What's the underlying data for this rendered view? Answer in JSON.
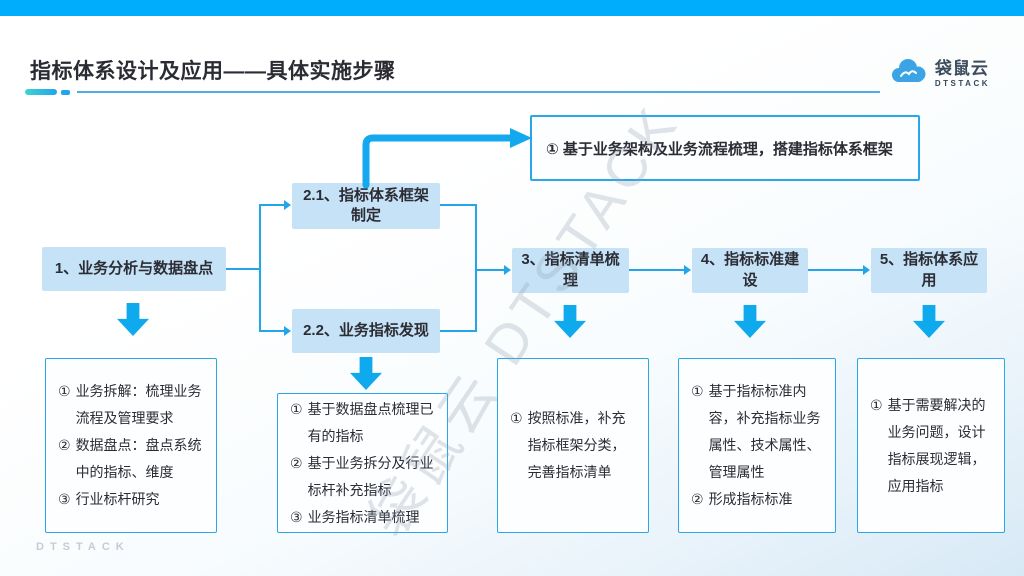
{
  "page": {
    "title": "指标体系设计及应用——具体实施步骤",
    "watermark": "袋鼠云 DTSTACK",
    "footer_brand": "DTSTACK"
  },
  "brand": {
    "name": "袋鼠云",
    "subname": "DTSTACK",
    "logo_icon": "cloud-icon"
  },
  "colors": {
    "topbar": "#00ADFC",
    "accent_arrow": "#0FA9EE",
    "connector": "#22A6E9",
    "step_fill": "#C6E2F6",
    "box_border": "#2AA7E8",
    "text": "#2B2C34"
  },
  "flow": {
    "callout": {
      "text": "① 基于业务架构及业务流程梳理，搭建指标体系框架"
    },
    "steps": {
      "s1": {
        "label": "1、业务分析与数据盘点"
      },
      "s21": {
        "label": "2.1、指标体系框架制定"
      },
      "s22": {
        "label": "2.2、业务指标发现"
      },
      "s3": {
        "label": "3、指标清单梳理"
      },
      "s4": {
        "label": "4、指标标准建设"
      },
      "s5": {
        "label": "5、指标体系应用"
      }
    },
    "details": {
      "d1": {
        "items": [
          {
            "marker": "①",
            "text": "业务拆解：梳理业务流程及管理要求"
          },
          {
            "marker": "②",
            "text": "数据盘点：盘点系统中的指标、维度"
          },
          {
            "marker": "③",
            "text": "行业标杆研究"
          }
        ]
      },
      "d2": {
        "items": [
          {
            "marker": "①",
            "text": "基于数据盘点梳理已有的指标"
          },
          {
            "marker": "②",
            "text": "基于业务拆分及行业标杆补充指标"
          },
          {
            "marker": "③",
            "text": "业务指标清单梳理"
          }
        ]
      },
      "d3": {
        "items": [
          {
            "marker": "①",
            "text": "按照标准，补充指标框架分类，完善指标清单"
          }
        ]
      },
      "d4": {
        "items": [
          {
            "marker": "①",
            "text": "基于指标标准内容，补充指标业务属性、技术属性、管理属性"
          },
          {
            "marker": "②",
            "text": "形成指标标准"
          }
        ]
      },
      "d5": {
        "items": [
          {
            "marker": "①",
            "text": "基于需要解决的业务问题，设计指标展现逻辑，应用指标"
          }
        ]
      }
    }
  }
}
